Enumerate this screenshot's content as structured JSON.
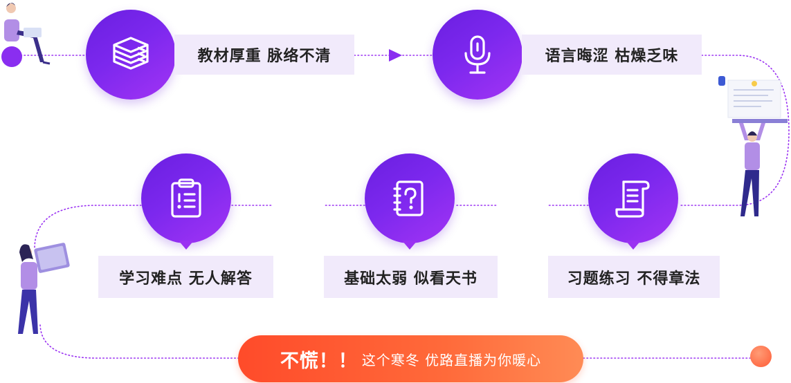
{
  "steps": [
    {
      "label": "教材厚重 脉络不清",
      "icon": "books-stack-icon"
    },
    {
      "label": "语言晦涩 枯燥乏味",
      "icon": "microphone-icon"
    },
    {
      "label": "学习难点 无人解答",
      "icon": "clipboard-list-icon"
    },
    {
      "label": "基础太弱 似看天书",
      "icon": "question-notebook-icon"
    },
    {
      "label": "习题练习 不得章法",
      "icon": "scroll-document-icon"
    }
  ],
  "cta": {
    "strong": "不慌！！",
    "sub": "这个寒冬 优路直播为你暖心"
  },
  "colors": {
    "circle_start": "#6a1fe0",
    "circle_end": "#a234f4",
    "label_bg": "#f1eafb",
    "path": "#9a31f2",
    "cta_start": "#ff4b2a",
    "cta_end": "#ff8b55"
  }
}
